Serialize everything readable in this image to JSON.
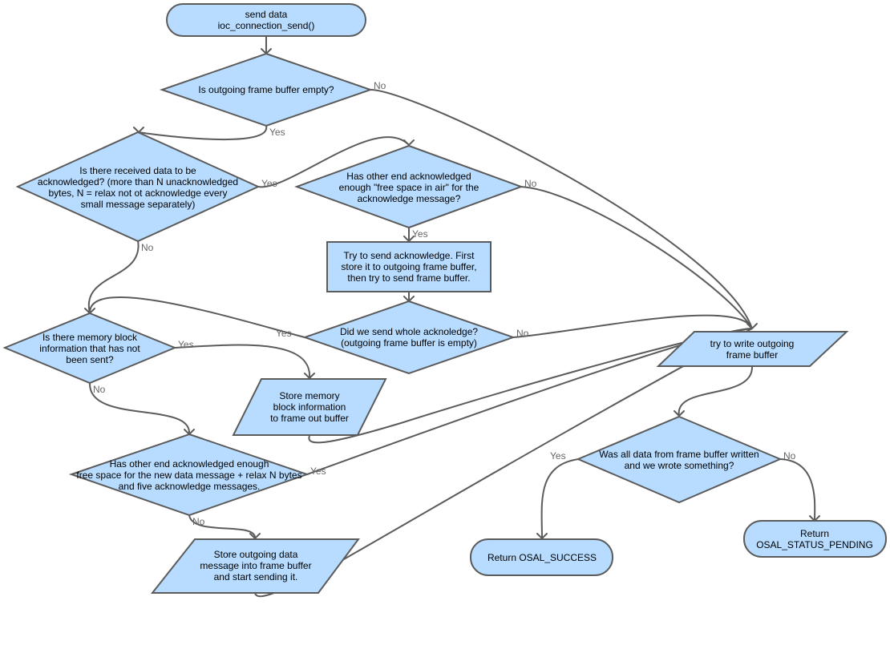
{
  "colors": {
    "node_fill": "#b8dcff",
    "stroke": "#5b5b5b",
    "label": "#666666"
  },
  "nodes": {
    "start": [
      "send data",
      "ioc_connection_send()"
    ],
    "d_buffer_empty": [
      "Is outgoing frame buffer empty?"
    ],
    "d_received_data": [
      "Is there received data to be",
      "acknowledged? (more than N unacknowledged",
      "bytes, N = relax not ot acknowledge every",
      "small message separately)"
    ],
    "d_free_space_ack": [
      "Has other end acknowledged",
      "enough \"free space in air\" for the",
      "acknowledge message?"
    ],
    "p_send_ack": [
      "Try to send acknowledge. First",
      "store it to outgoing frame buffer,",
      "then try to send frame buffer."
    ],
    "d_sent_whole_ack": [
      "Did we send whole acknoledge?",
      "(outgoing frame buffer is empty)"
    ],
    "d_memory_block": [
      "Is there memory block",
      "information that has not",
      "been sent?"
    ],
    "io_store_memory": [
      "Store memory",
      "block information",
      "to frame out buffer"
    ],
    "d_free_space_data": [
      "Has other end acknowledged enough",
      "free space for the new data message + relax N bytes",
      "and five acknowledge messages."
    ],
    "io_store_data": [
      "Store outgoing data",
      "message into frame buffer",
      "and start sending it."
    ],
    "io_write_buffer": [
      "try to write outgoing",
      "frame buffer"
    ],
    "d_all_written": [
      "Was all data from frame buffer written",
      "and we wrote something?"
    ],
    "end_success": [
      "Return OSAL_SUCCESS"
    ],
    "end_pending": [
      "Return",
      "OSAL_STATUS_PENDING"
    ]
  },
  "edge_labels": {
    "buffer_empty_no": "No",
    "buffer_empty_yes": "Yes",
    "received_yes": "Yes",
    "received_no": "No",
    "free_space_ack_no": "No",
    "free_space_ack_yes": "Yes",
    "sent_whole_yes": "Yes",
    "sent_whole_no": "No",
    "memory_block_yes": "Yes",
    "memory_block_no": "No",
    "free_space_data_yes": "Yes",
    "free_space_data_no": "No",
    "all_written_yes": "Yes",
    "all_written_no": "No"
  }
}
